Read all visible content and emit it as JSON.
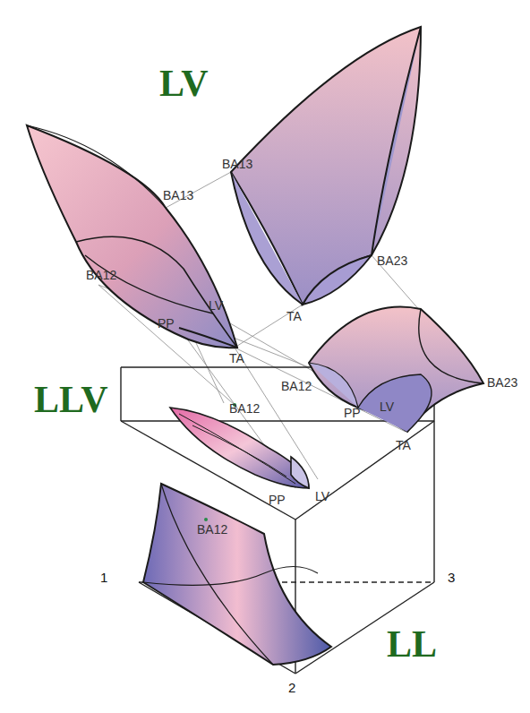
{
  "diagram": {
    "labels": [
      "LV",
      "LLV",
      "LL",
      "BA13",
      "BA12",
      "LV",
      "PP",
      "TA",
      "BA13",
      "BA23",
      "TA",
      "BA12",
      "PP",
      "LV",
      "TA",
      "BA23",
      "BA12",
      "PP",
      "LV",
      "BA12",
      "1",
      "2",
      "3"
    ]
  }
}
